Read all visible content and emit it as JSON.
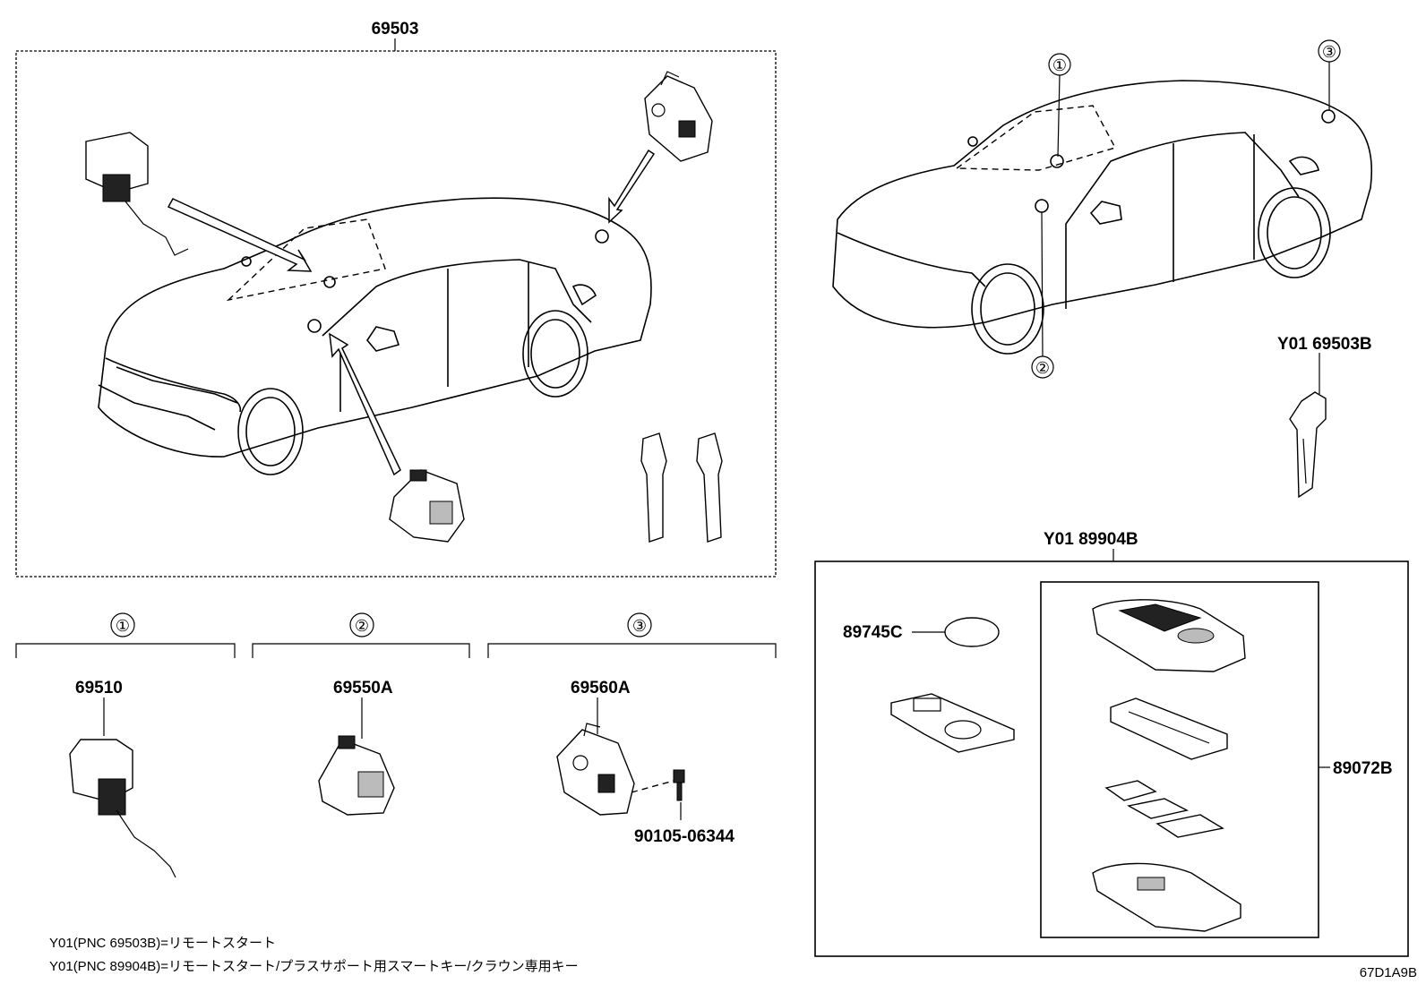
{
  "main_assembly": {
    "part_no": "69503"
  },
  "top_right": {
    "callouts": [
      "①",
      "②",
      "③"
    ],
    "key_part": "Y01 69503B"
  },
  "sections": [
    {
      "callout": "①",
      "part_no": "69510"
    },
    {
      "callout": "②",
      "part_no": "69550A"
    },
    {
      "callout": "③",
      "part_no": "69560A",
      "bolt_part_no": "90105-06344"
    }
  ],
  "smart_key": {
    "assembly_part_no": "Y01 89904B",
    "battery_part_no": "89745C",
    "case_part_no": "89072B"
  },
  "notes": [
    "Y01(PNC 69503B)=リモートスタート",
    "Y01(PNC 89904B)=リモートスタート/プラスサポート用スマートキー/クラウン専用キー"
  ],
  "figure_code": "67D1A9B"
}
